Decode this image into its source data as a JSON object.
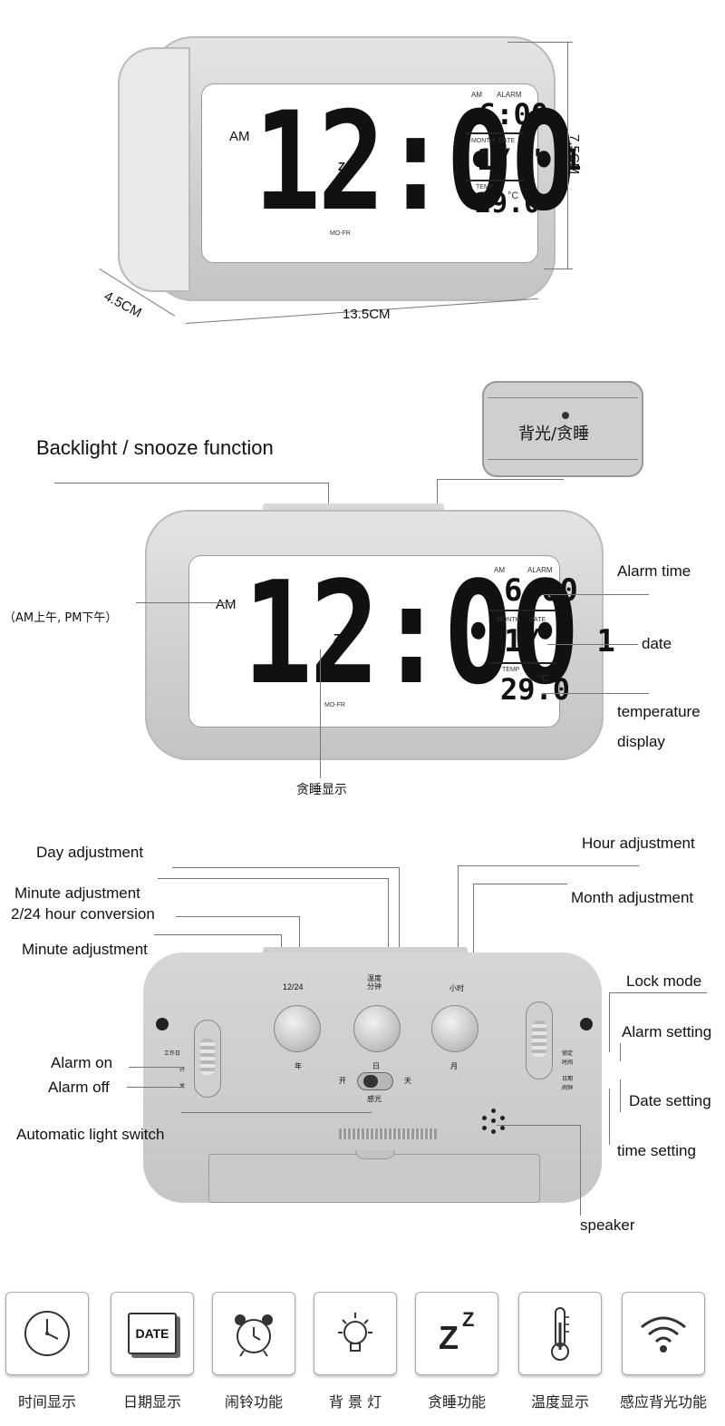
{
  "section1": {
    "screen": {
      "am": "AM",
      "time": "12:00",
      "zz": "Zz",
      "mofr": "MO-FR",
      "am_small": "AM",
      "alarm_label": "ALARM",
      "alarm_time": "6:00",
      "month_label": "MONTH",
      "date_label": "DATE",
      "date_value": "1/ ' 1",
      "temp_label": "TEMP",
      "temp_value": "29.0",
      "temp_unit": "°C"
    },
    "dims": {
      "height": "7.5CM",
      "depth": "4.5CM",
      "width": "13.5CM"
    }
  },
  "section2": {
    "title": "Backlight / snooze function",
    "inset_button": "背光/贪睡",
    "ampm_note": "（AM上午, PM下午）",
    "alarm_time": "Alarm time",
    "date": "date",
    "temperature": "temperature",
    "display": "display",
    "snooze_display": "贪睡显示"
  },
  "section3": {
    "day_adjustment": "Day adjustment",
    "minute_adjustment_1": "Minute adjustment",
    "hour_conversion": "2/24 hour conversion",
    "minute_adjustment_2": "Minute adjustment",
    "hour_adjustment": "Hour adjustment",
    "month_adjustment": "Month adjustment",
    "lock_mode": "Lock mode",
    "alarm_setting": "Alarm setting",
    "date_setting": "Date setting",
    "time_setting": "time setting",
    "alarm_on": "Alarm on",
    "alarm_off": "Alarm off",
    "automatic_light_switch": "Automatic light switch",
    "speaker": "speaker",
    "knob1_top": "12/24",
    "knob1_bottom": "年",
    "knob2_top": "温度\n分钟",
    "knob2_bottom": "日",
    "knob3_top": "小时",
    "knob3_bottom": "月",
    "switch_left_labels": [
      "工作日",
      "开",
      "关"
    ],
    "switch_right_labels": [
      "锁定",
      "时闹",
      "日期",
      "闹钟"
    ],
    "light_open": "开",
    "light_day": "天",
    "light_sense": "感光"
  },
  "features": [
    {
      "icon": "clock-icon",
      "label": "时间显示"
    },
    {
      "icon": "calendar-icon",
      "label": "日期显示",
      "icon_text": "DATE"
    },
    {
      "icon": "alarm-bell-icon",
      "label": "闹铃功能"
    },
    {
      "icon": "lightbulb-icon",
      "label": "背 景 灯"
    },
    {
      "icon": "snooze-icon",
      "label": "贪睡功能",
      "icon_text": "ZZ"
    },
    {
      "icon": "thermometer-icon",
      "label": "温度显示"
    },
    {
      "icon": "wifi-sensor-icon",
      "label": "感应背光功能"
    }
  ]
}
